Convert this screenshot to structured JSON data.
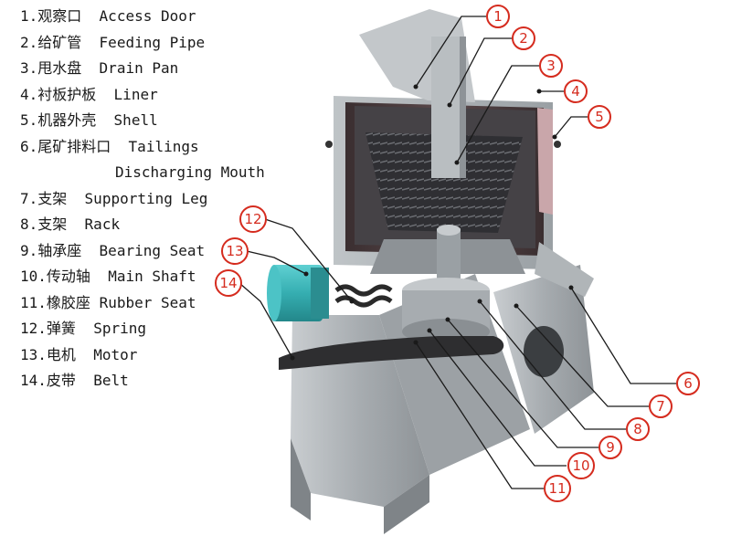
{
  "legend": [
    {
      "zh": "观察口",
      "en": "Access Door"
    },
    {
      "zh": "给矿管",
      "en": "Feeding Pipe"
    },
    {
      "zh": "甩水盘",
      "en": "Drain Pan"
    },
    {
      "zh": "衬板护板",
      "en": "Liner"
    },
    {
      "zh": "机器外壳",
      "en": "Shell"
    },
    {
      "zh": "尾矿排料口",
      "en": "Tailings",
      "en_cont": "Discharging Mouth"
    },
    {
      "zh": "支架",
      "en": "Supporting Leg"
    },
    {
      "zh": "支架",
      "en": "Rack"
    },
    {
      "zh": "轴承座",
      "en": "Bearing Seat"
    },
    {
      "zh": "传动轴",
      "en": "Main Shaft"
    },
    {
      "zh": "橡胶座",
      "en": "Rubber Seat"
    },
    {
      "zh": "弹簧",
      "en": "Spring"
    },
    {
      "zh": "电机",
      "en": "Motor"
    },
    {
      "zh": "皮带",
      "en": "Belt"
    }
  ],
  "callouts": [
    {
      "num": "1"
    },
    {
      "num": "2"
    },
    {
      "num": "3"
    },
    {
      "num": "4"
    },
    {
      "num": "5"
    },
    {
      "num": "6"
    },
    {
      "num": "7"
    },
    {
      "num": "8"
    },
    {
      "num": "9"
    },
    {
      "num": "10"
    },
    {
      "num": "11"
    },
    {
      "num": "12"
    },
    {
      "num": "13"
    },
    {
      "num": "14"
    }
  ],
  "colors": {
    "callout": "#d52b1e",
    "motor": "#3fb5b8",
    "body": "#a9aeb2",
    "liner": "#4a3a3a"
  }
}
